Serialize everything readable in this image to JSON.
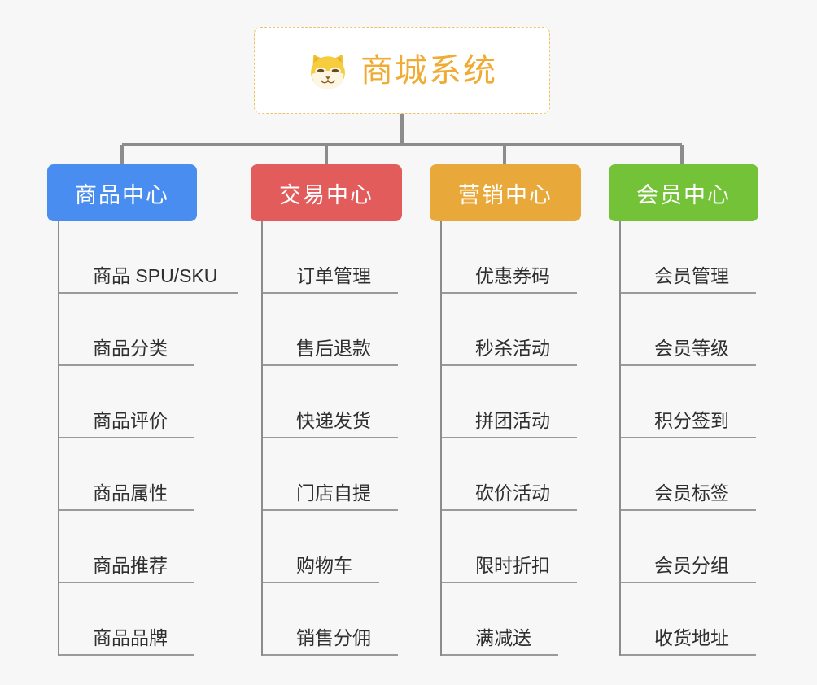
{
  "diagram": {
    "type": "tree-mindmap",
    "background_color": "#f7f7f7",
    "connector_color": "#8c8c8c",
    "root": {
      "title": "商城系统",
      "icon": "shiba-dog-face-icon",
      "text_color": "#f0ab33",
      "border_color": "#edc46a",
      "background_color": "#ffffff"
    },
    "columns": [
      {
        "title": "商品中心",
        "color": "#4a8df0",
        "items": [
          "商品 SPU/SKU",
          "商品分类",
          "商品评价",
          "商品属性",
          "商品推荐",
          "商品品牌"
        ]
      },
      {
        "title": "交易中心",
        "color": "#e25c5c",
        "items": [
          "订单管理",
          "售后退款",
          "快递发货",
          "门店自提",
          "购物车",
          "销售分佣"
        ]
      },
      {
        "title": "营销中心",
        "color": "#e9a93a",
        "items": [
          "优惠券码",
          "秒杀活动",
          "拼团活动",
          "砍价活动",
          "限时折扣",
          "满减送"
        ]
      },
      {
        "title": "会员中心",
        "color": "#73c238",
        "items": [
          "会员管理",
          "会员等级",
          "积分签到",
          "会员标签",
          "会员分组",
          "收货地址"
        ]
      }
    ]
  }
}
